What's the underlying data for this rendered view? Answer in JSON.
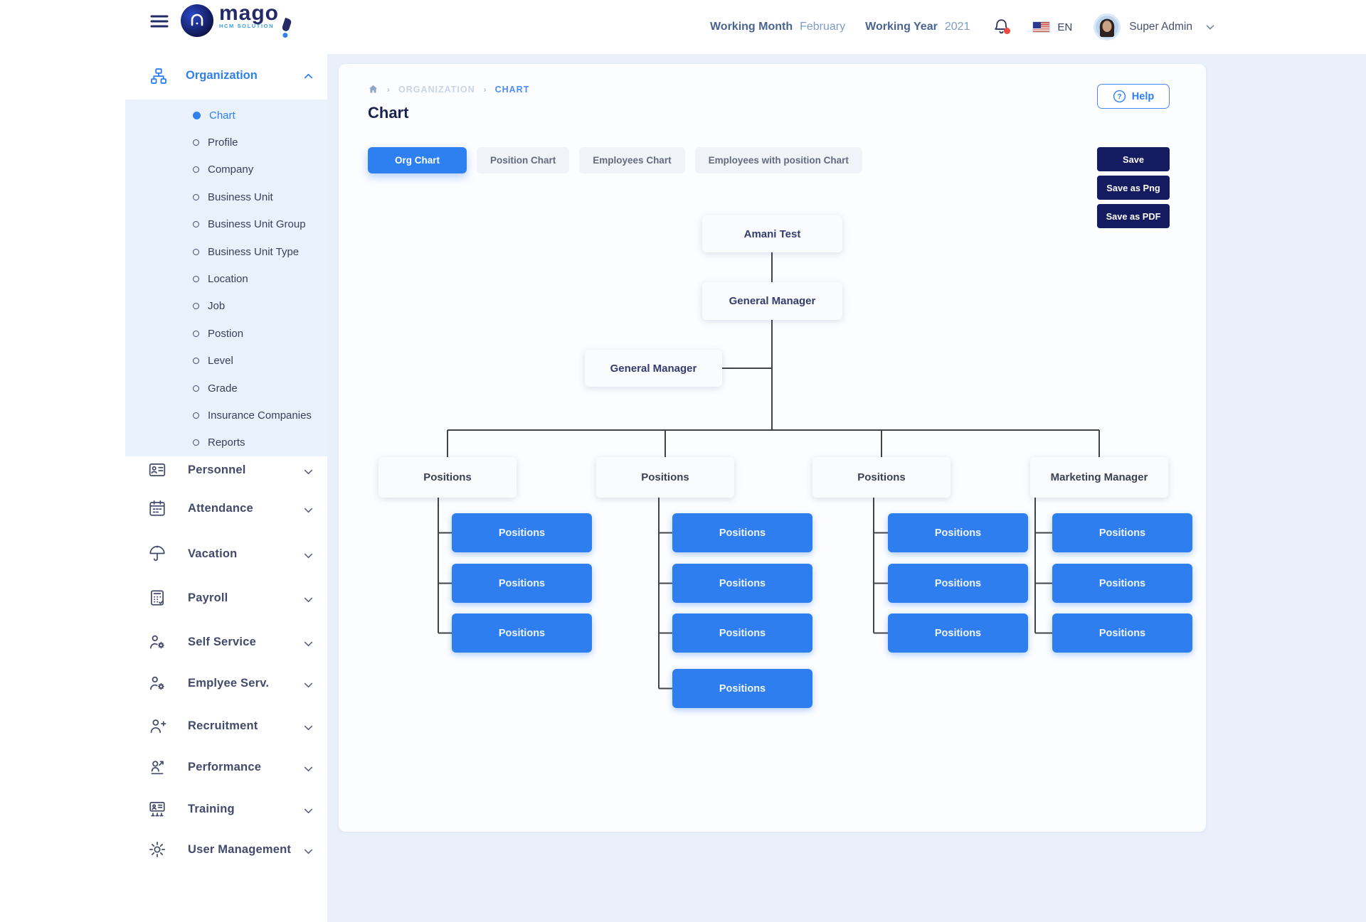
{
  "logo": {
    "brand": "mago",
    "tagline": "HCM SOLUTION"
  },
  "topbar": {
    "working_month_label": "Working Month",
    "working_month_value": "February",
    "working_year_label": "Working Year",
    "working_year_value": "2021",
    "language": "EN",
    "user": "Super Admin"
  },
  "sidebar": {
    "organization": {
      "label": "Organization",
      "icon": "org-tree-icon",
      "active_item": "Chart",
      "items": [
        "Chart",
        "Profile",
        "Company",
        "Business Unit",
        "Business Unit Group",
        "Business Unit Type",
        "Location",
        "Job",
        "Postion",
        "Level",
        "Grade",
        "Insurance Companies",
        "Reports"
      ]
    },
    "menu": [
      {
        "label": "Personnel",
        "icon": "id-card-icon"
      },
      {
        "label": "Attendance",
        "icon": "calendar-icon"
      },
      {
        "label": "Vacation",
        "icon": "umbrella-icon"
      },
      {
        "label": "Payroll",
        "icon": "calculator-icon"
      },
      {
        "label": "Self Service",
        "icon": "person-gear-icon"
      },
      {
        "label": "Emplyee Serv.",
        "icon": "person-gear-icon"
      },
      {
        "label": "Recruitment",
        "icon": "person-plus-icon"
      },
      {
        "label": "Performance",
        "icon": "person-arrow-icon"
      },
      {
        "label": "Training",
        "icon": "presentation-icon"
      },
      {
        "label": "User Management",
        "icon": "gear-icon"
      }
    ]
  },
  "main": {
    "breadcrumb": [
      "ORGANIZATION",
      "CHART"
    ],
    "title": "Chart",
    "help_label": "Help",
    "tabs": [
      {
        "label": "Org Chart",
        "active": true
      },
      {
        "label": "Position Chart",
        "active": false
      },
      {
        "label": "Employees Chart",
        "active": false
      },
      {
        "label": "Employees with position Chart",
        "active": false
      }
    ],
    "save_buttons": [
      "Save",
      "Save as Png",
      "Save as PDF"
    ]
  },
  "org_chart": {
    "root": "Amani Test",
    "manager": "General Manager",
    "assistant": "General Manager",
    "columns": [
      {
        "parent": "Positions",
        "children": [
          "Positions",
          "Positions",
          "Positions"
        ]
      },
      {
        "parent": "Positions",
        "children": [
          "Positions",
          "Positions",
          "Positions",
          "Positions"
        ]
      },
      {
        "parent": "Positions",
        "children": [
          "Positions",
          "Positions",
          "Positions"
        ]
      },
      {
        "parent": "Marketing Manager",
        "children": [
          "Positions",
          "Positions",
          "Positions"
        ]
      }
    ]
  },
  "colors": {
    "accent": "#2f80ed",
    "node_blue": "#2e7ef0",
    "dark_button": "#141b5e",
    "submenu_bg": "#e9f1fd",
    "page_bg": "#e9f0fa",
    "connector": "#3f4449"
  }
}
